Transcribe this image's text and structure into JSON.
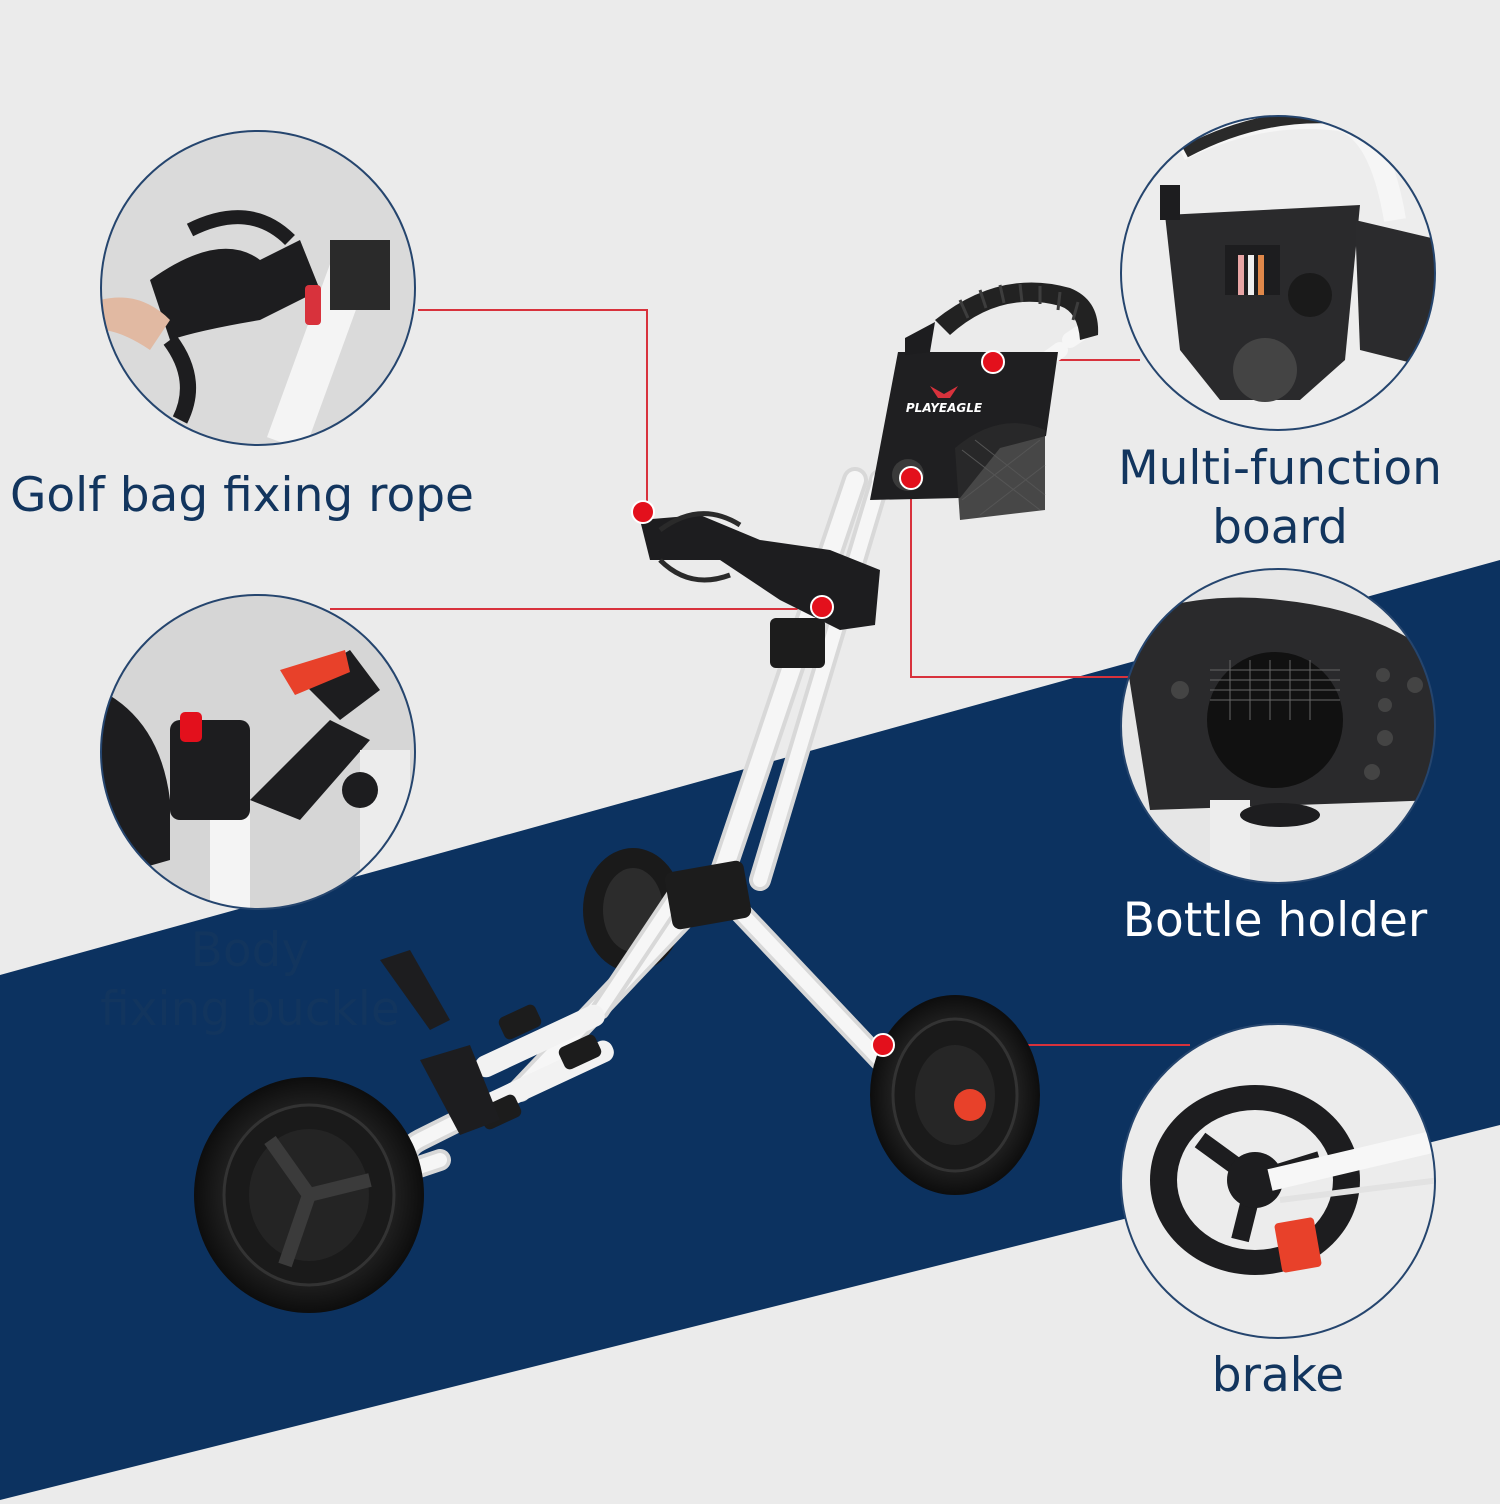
{
  "brand": "PLAYEAGLE",
  "features": {
    "rope": {
      "lines": [
        "Golf bag fixing rope"
      ]
    },
    "buckle": {
      "lines": [
        "Body",
        "fixing buckle"
      ]
    },
    "board": {
      "lines": [
        "Multi-function",
        "board"
      ]
    },
    "bottle": {
      "lines": [
        "Bottle holder"
      ]
    },
    "brake": {
      "lines": [
        "brake"
      ]
    }
  },
  "colors": {
    "background": "#ebebeb",
    "band": "#0c3260",
    "label_text": "#12355e",
    "leader_line": "#d8323c",
    "marker_dot": "#e3101c",
    "circle_border": "#25456e",
    "frame": "#f4f4f4",
    "plastic": "#1d1d1f",
    "accent": "#e8412a"
  }
}
